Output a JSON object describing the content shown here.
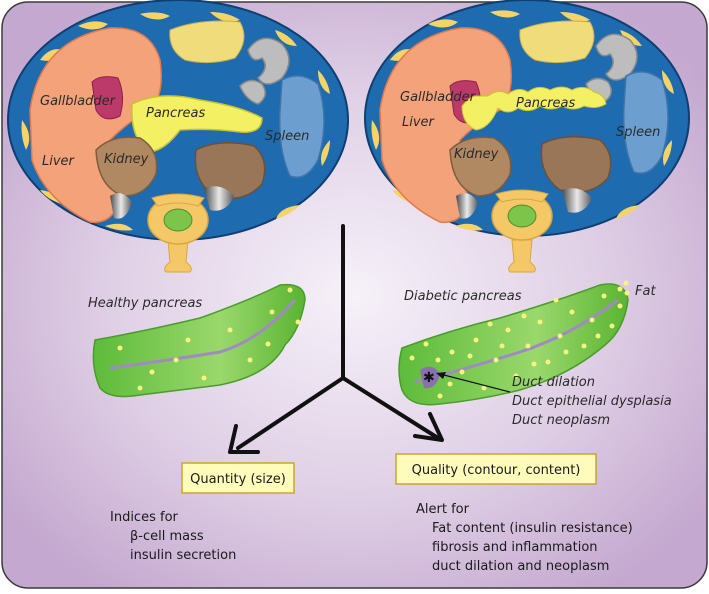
{
  "left_cross_section": {
    "labels": {
      "gallbladder": "Gallbladder",
      "pancreas": "Pancreas",
      "spleen": "Spleen",
      "liver": "Liver",
      "kidney": "Kidney"
    }
  },
  "right_cross_section": {
    "labels": {
      "gallbladder": "Gallbladder",
      "liver": "Liver",
      "pancreas": "Pancreas",
      "spleen": "Spleen",
      "kidney": "Kidney"
    }
  },
  "healthy": {
    "caption": "Healthy pancreas"
  },
  "diabetic": {
    "caption": "Diabetic pancreas",
    "legend_fat": "Fat",
    "annotations": [
      "Duct dilation",
      "Duct epithelial dysplasia",
      "Duct neoplasm"
    ]
  },
  "quantity": {
    "box_label": "Quantity (size)",
    "lines": [
      "Indices for",
      "β-cell mass",
      "insulin secretion"
    ]
  },
  "quality": {
    "box_label": "Quality (contour, content)",
    "lines": [
      "Alert for",
      "Fat content (insulin resistance)",
      "fibrosis and inflammation",
      "duct dilation and neoplasm"
    ]
  },
  "colors": {
    "background_center": "#f4eff7",
    "background_edge": "#c4a9cf",
    "box_fill": "#fffbbb",
    "box_border": "#c9a531",
    "liver": "#f4a27a",
    "pancreas_yellow": "#f4f064",
    "spleen": "#6c9fd0",
    "kidney": "#b08862",
    "gallbladder": "#bc3a6a",
    "cavity": "#1e6bb0",
    "pancreas_green": "#6cc23e"
  }
}
